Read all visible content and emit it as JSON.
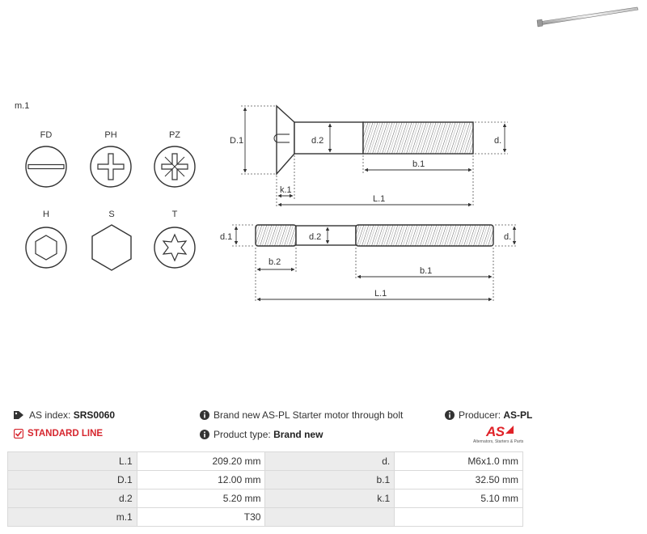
{
  "drawing": {
    "head_type_label": "m.1",
    "head_types": [
      {
        "code": "FD",
        "icon": "slotted-head-icon"
      },
      {
        "code": "PH",
        "icon": "phillips-head-icon"
      },
      {
        "code": "PZ",
        "icon": "pozidriv-head-icon"
      },
      {
        "code": "H",
        "icon": "hex-socket-head-icon"
      },
      {
        "code": "S",
        "icon": "hex-head-icon"
      },
      {
        "code": "T",
        "icon": "torx-head-icon"
      }
    ],
    "bolt1_labels": {
      "D1": "D.1",
      "d2": "d.2",
      "d": "d.",
      "b1": "b.1",
      "k1": "k.1",
      "L1": "L.1"
    },
    "bolt2_labels": {
      "d1": "d.1",
      "d2": "d.2",
      "d": "d.",
      "b2": "b.2",
      "b1": "b.1",
      "L1": "L.1"
    }
  },
  "info": {
    "as_index_label": "AS index:",
    "as_index_value": "SRS0060",
    "standard_line": "STANDARD LINE",
    "description": "Brand new AS-PL Starter motor through bolt",
    "product_type_label": "Product type:",
    "product_type_value": "Brand new",
    "producer_label": "Producer:",
    "producer_value": "AS-PL",
    "logo_text": "AS",
    "logo_tagline": "Alternators, Starters & Parts"
  },
  "colors": {
    "accent": "#d6262e",
    "line": "#333333",
    "table_key_bg": "#ececec",
    "table_border": "#d9d9d9"
  },
  "specs": [
    {
      "k1": "L.1",
      "v1": "209.20 mm",
      "k2": "d.",
      "v2": "M6x1.0 mm"
    },
    {
      "k1": "D.1",
      "v1": "12.00 mm",
      "k2": "b.1",
      "v2": "32.50 mm"
    },
    {
      "k1": "d.2",
      "v1": "5.20 mm",
      "k2": "k.1",
      "v2": "5.10 mm"
    },
    {
      "k1": "m.1",
      "v1": "T30",
      "k2": "",
      "v2": ""
    }
  ]
}
